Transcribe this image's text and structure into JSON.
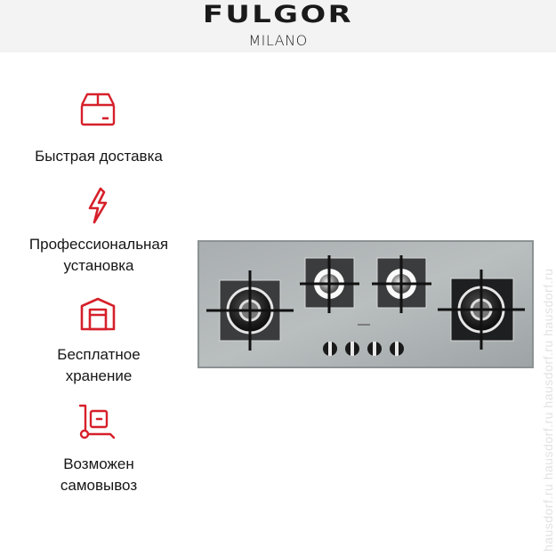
{
  "header": {
    "brand_name": "FULGOR",
    "brand_sub": "MILANO"
  },
  "features": [
    {
      "icon": "box-icon",
      "label_line1": "Быстрая доставка",
      "label_line2": ""
    },
    {
      "icon": "lightning-icon",
      "label_line1": "Профессиональная",
      "label_line2": "установка"
    },
    {
      "icon": "warehouse-icon",
      "label_line1": "Бесплатное",
      "label_line2": "хранение"
    },
    {
      "icon": "hand-truck-icon",
      "label_line1": "Возможен",
      "label_line2": "самовывоз"
    }
  ],
  "product": {
    "description": "Gas hob with 4 burners, stainless steel, 4 control knobs",
    "burner_count": 4,
    "knob_count": 4
  },
  "watermark": "hausdorf.ru   hausdorf.ru   hausdorf.ru   hausdorf.ru",
  "colors": {
    "accent": "#d6202a",
    "header_bg": "#f3f3f3",
    "text": "#161616"
  }
}
